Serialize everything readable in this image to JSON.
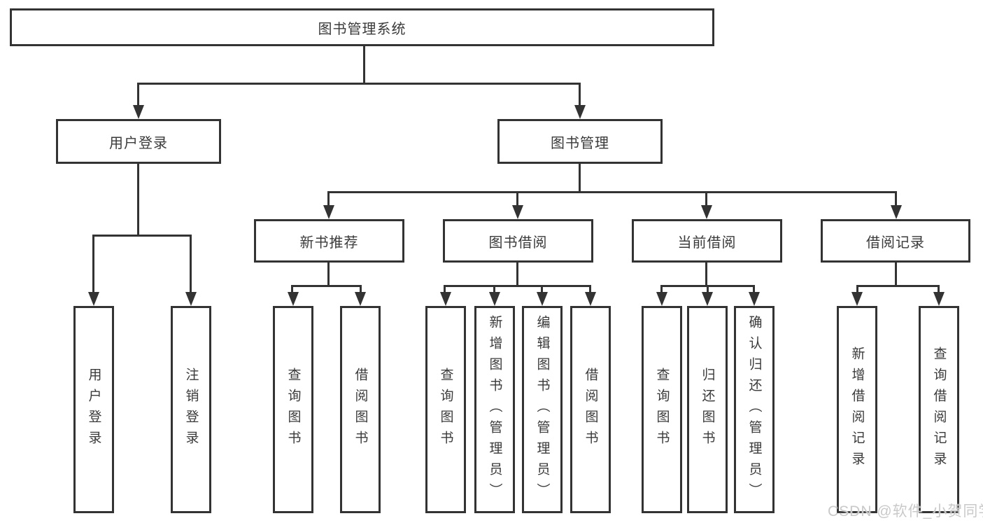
{
  "tree": {
    "root": {
      "label": "图书管理系统"
    },
    "level2": [
      {
        "label": "用户登录",
        "children": [
          {
            "label": "用户登录"
          },
          {
            "label": "注销登录"
          }
        ]
      },
      {
        "label": "图书管理",
        "children": [
          {
            "label": "新书推荐",
            "children": [
              {
                "label": "查询图书"
              },
              {
                "label": "借阅图书"
              }
            ]
          },
          {
            "label": "图书借阅",
            "children": [
              {
                "label": "查询图书"
              },
              {
                "label": "新增图书（管理员）"
              },
              {
                "label": "编辑图书（管理员）"
              },
              {
                "label": "借阅图书"
              }
            ]
          },
          {
            "label": "当前借阅",
            "children": [
              {
                "label": "查询图书"
              },
              {
                "label": "归还图书"
              },
              {
                "label": "确认归还（管理员）"
              }
            ]
          },
          {
            "label": "借阅记录",
            "children": [
              {
                "label": "新增借阅记录"
              },
              {
                "label": "查询借阅记录"
              }
            ]
          }
        ]
      }
    ]
  },
  "watermark": "CSDN @软件_小贺同学",
  "colors": {
    "line": "#333333",
    "text": "#3a3a3a",
    "watermark": "#c9c9c9",
    "background": "#ffffff"
  }
}
